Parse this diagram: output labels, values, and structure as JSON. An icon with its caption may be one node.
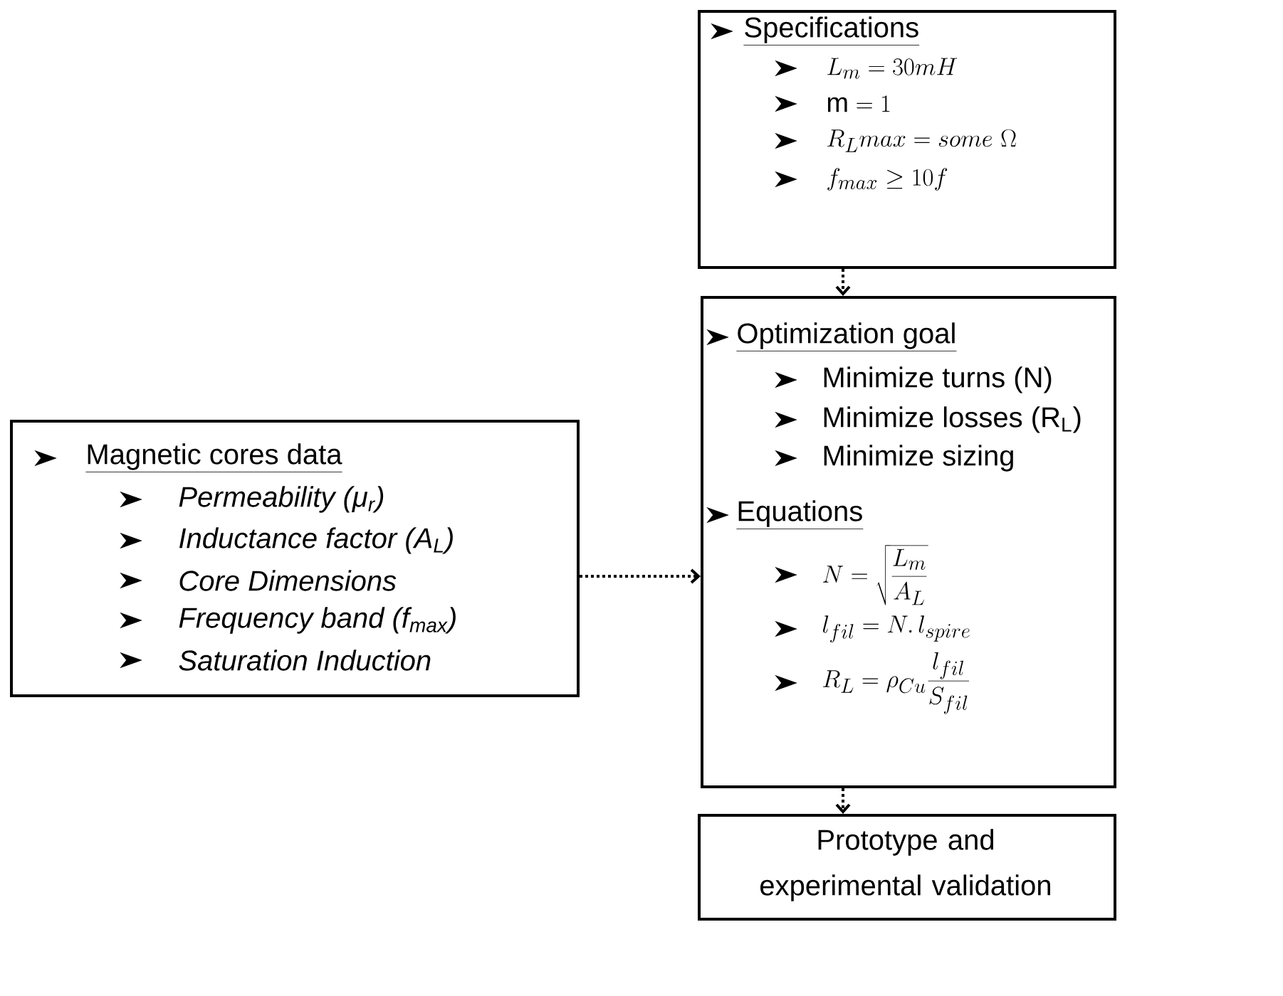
{
  "diagram": {
    "nodes": [
      {
        "text": [
          "Specifications",
          "L_m = 30mH",
          "\\mathrm{m} = 1",
          "R_L max = some\\ \\Omega",
          "f_{max} \\geq 10f"
        ]
      },
      {
        "text": [
          "Magnetic cores data",
          "Permeability (μ$_{r}$)",
          "Inductance factor (A$_{L}$)",
          "Core Dimensions",
          "Frequency band (f$_{max}$)",
          "Saturation Induction"
        ]
      },
      {
        "text": [
          "Optimization goal",
          "Minimize turns (N)",
          "Minimize losses (R$_{L}$)",
          "Minimize sizing",
          "Equations",
          "N = \\sqrt{\\frac{L_m}{A_L}}",
          "l_{fil} = N.\\, l_{spire}",
          "R_L = \\rho_{Cu}\\frac{l_{fil}}{S_{fil}}"
        ]
      },
      {
        "text": [
          "Prototype and experimental validation"
        ]
      }
    ],
    "edges": [
      {
        "from": 0,
        "to": 2,
        "arrow": "to",
        "style": "dashed"
      },
      {
        "from": 1,
        "to": 2,
        "arrow": "to",
        "style": "dashed"
      },
      {
        "from": 2,
        "to": 3,
        "arrow": "to",
        "style": "dashed"
      }
    ]
  }
}
